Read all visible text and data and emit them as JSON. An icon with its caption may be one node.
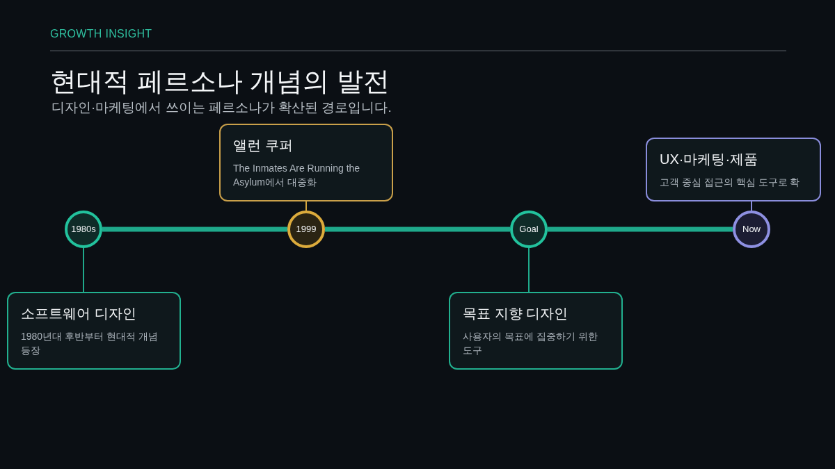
{
  "diagram": {
    "title": "현대적 페르소나 개념의 발전",
    "nodes": [
      {
        "text": [
          "1980s"
        ]
      },
      {
        "text": [
          "소프트웨어 디자인",
          "1980년대 후반부터 현대적 개념 등장"
        ]
      },
      {
        "text": [
          "1999"
        ]
      },
      {
        "text": [
          "앨런 쿠퍼",
          "The Inmates Are Running the Asylum에서 대중화"
        ]
      },
      {
        "text": [
          "Goal"
        ]
      },
      {
        "text": [
          "목표 지향 디자인",
          "사용자의 목표에 집중하기 위한 도구"
        ]
      },
      {
        "text": [
          "Now"
        ]
      },
      {
        "text": [
          "UX·마케팅·제품",
          "고객 중심 접근의 핵심 도구로 확"
        ]
      }
    ],
    "edges": [
      {
        "from": 0,
        "to": 2,
        "arrow": "none",
        "style": "thick"
      },
      {
        "from": 2,
        "to": 4,
        "arrow": "none",
        "style": "thick"
      },
      {
        "from": 4,
        "to": 6,
        "arrow": "none",
        "style": "thick"
      },
      {
        "from": 0,
        "to": 1,
        "arrow": "none"
      },
      {
        "from": 2,
        "to": 3,
        "arrow": "none",
        "color": "#d4a53c"
      },
      {
        "from": 4,
        "to": 5,
        "arrow": "none"
      },
      {
        "from": 6,
        "to": 7,
        "arrow": "none",
        "color": "#8a8ddc"
      }
    ],
    "labels": [
      "GROWTH INSIGHT",
      "디자인·마케팅에서 쓰이는 페르소나가 확산된 경로입니다."
    ]
  }
}
